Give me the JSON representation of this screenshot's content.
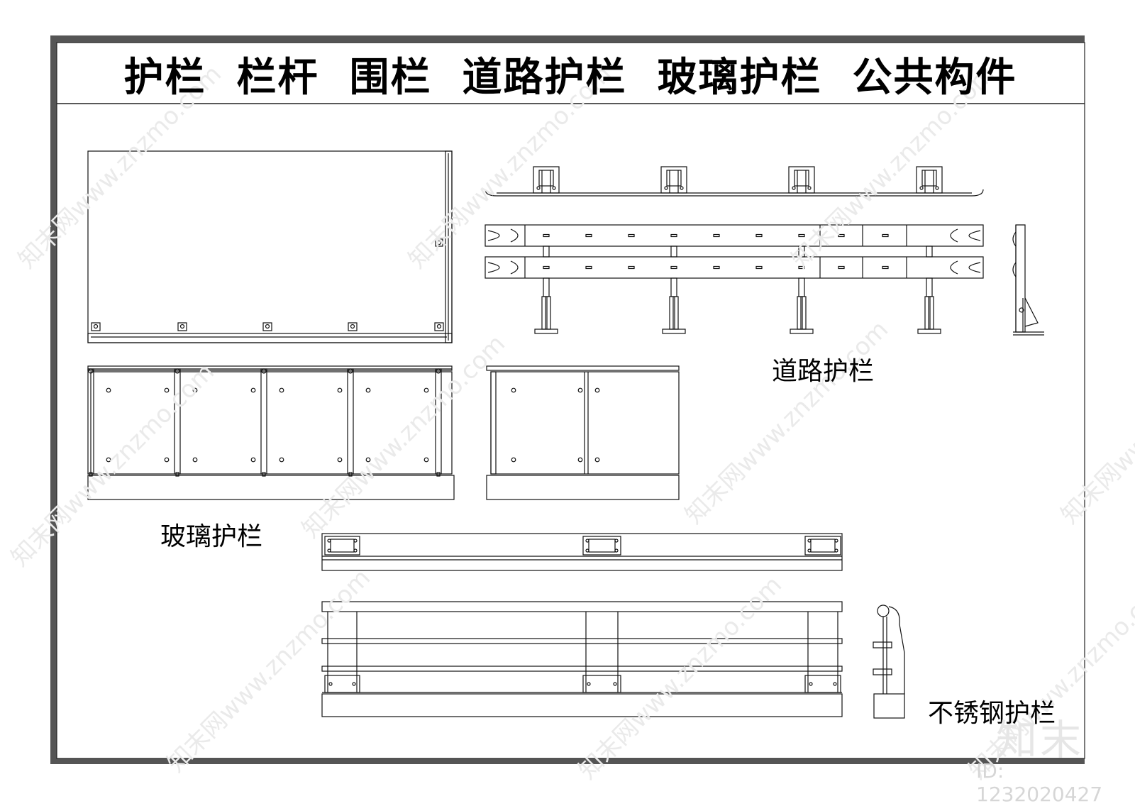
{
  "title": "护栏  栏杆  围栏  道路护栏  玻璃护栏  公共构件",
  "labels": {
    "road_guardrail": "道路护栏",
    "glass_guardrail": "玻璃护栏",
    "stainless_guardrail": "不锈钢护栏"
  },
  "watermark": {
    "brand": "知末",
    "image_id": "ID: 1232020427"
  },
  "colors": {
    "frame": "#555555",
    "line": "#111111",
    "watermark": "#e6e6e6"
  }
}
